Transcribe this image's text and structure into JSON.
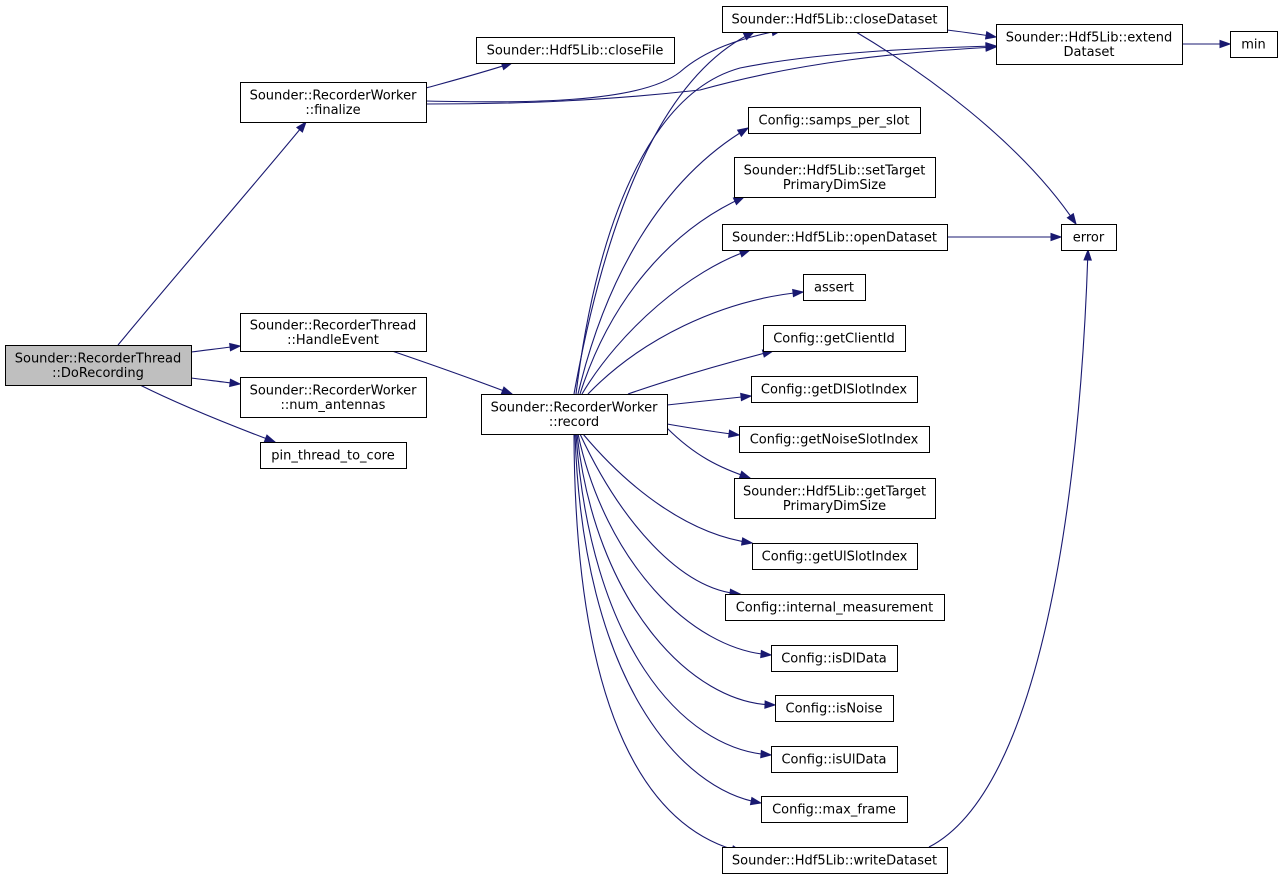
{
  "diagram": {
    "type": "call-graph",
    "colors": {
      "edge": "#191970",
      "root_fill": "#bfbfbf",
      "node_fill": "#ffffff",
      "node_stroke": "#000000"
    },
    "nodes": [
      {
        "id": "doRecording",
        "lines": [
          "Sounder::RecorderThread",
          "::DoRecording"
        ],
        "root": true
      },
      {
        "id": "finalize",
        "lines": [
          "Sounder::RecorderWorker",
          "::finalize"
        ]
      },
      {
        "id": "handleEvent",
        "lines": [
          "Sounder::RecorderThread",
          "::HandleEvent"
        ]
      },
      {
        "id": "numAntennas",
        "lines": [
          "Sounder::RecorderWorker",
          "::num_antennas"
        ]
      },
      {
        "id": "pinThread",
        "lines": [
          "pin_thread_to_core"
        ]
      },
      {
        "id": "closeFile",
        "lines": [
          "Sounder::Hdf5Lib::closeFile"
        ]
      },
      {
        "id": "record",
        "lines": [
          "Sounder::RecorderWorker",
          "::record"
        ]
      },
      {
        "id": "closeDataset",
        "lines": [
          "Sounder::Hdf5Lib::closeDataset"
        ]
      },
      {
        "id": "extendDataset",
        "lines": [
          "Sounder::Hdf5Lib::extend",
          "Dataset"
        ]
      },
      {
        "id": "min",
        "lines": [
          "min"
        ]
      },
      {
        "id": "sampsPerSlot",
        "lines": [
          "Config::samps_per_slot"
        ]
      },
      {
        "id": "setTarget",
        "lines": [
          "Sounder::Hdf5Lib::setTarget",
          "PrimaryDimSize"
        ]
      },
      {
        "id": "openDataset",
        "lines": [
          "Sounder::Hdf5Lib::openDataset"
        ]
      },
      {
        "id": "error",
        "lines": [
          "error"
        ]
      },
      {
        "id": "assert",
        "lines": [
          "assert"
        ]
      },
      {
        "id": "getClientId",
        "lines": [
          "Config::getClientId"
        ]
      },
      {
        "id": "getDlSlotIndex",
        "lines": [
          "Config::getDlSlotIndex"
        ]
      },
      {
        "id": "getNoiseSlotIndex",
        "lines": [
          "Config::getNoiseSlotIndex"
        ]
      },
      {
        "id": "getTarget",
        "lines": [
          "Sounder::Hdf5Lib::getTarget",
          "PrimaryDimSize"
        ]
      },
      {
        "id": "getUlSlotIndex",
        "lines": [
          "Config::getUlSlotIndex"
        ]
      },
      {
        "id": "internalMeasurement",
        "lines": [
          "Config::internal_measurement"
        ]
      },
      {
        "id": "isDlData",
        "lines": [
          "Config::isDlData"
        ]
      },
      {
        "id": "isNoise",
        "lines": [
          "Config::isNoise"
        ]
      },
      {
        "id": "isUlData",
        "lines": [
          "Config::isUlData"
        ]
      },
      {
        "id": "maxFrame",
        "lines": [
          "Config::max_frame"
        ]
      },
      {
        "id": "writeDataset",
        "lines": [
          "Sounder::Hdf5Lib::writeDataset"
        ]
      }
    ],
    "edges": [
      {
        "from": "doRecording",
        "to": "finalize"
      },
      {
        "from": "doRecording",
        "to": "handleEvent"
      },
      {
        "from": "doRecording",
        "to": "numAntennas"
      },
      {
        "from": "doRecording",
        "to": "pinThread"
      },
      {
        "from": "finalize",
        "to": "closeFile"
      },
      {
        "from": "finalize",
        "to": "closeDataset"
      },
      {
        "from": "finalize",
        "to": "extendDataset"
      },
      {
        "from": "handleEvent",
        "to": "record"
      },
      {
        "from": "closeDataset",
        "to": "extendDataset"
      },
      {
        "from": "closeDataset",
        "to": "error"
      },
      {
        "from": "extendDataset",
        "to": "min"
      },
      {
        "from": "openDataset",
        "to": "error"
      },
      {
        "from": "writeDataset",
        "to": "error"
      },
      {
        "from": "record",
        "to": "closeDataset"
      },
      {
        "from": "record",
        "to": "extendDataset"
      },
      {
        "from": "record",
        "to": "sampsPerSlot"
      },
      {
        "from": "record",
        "to": "setTarget"
      },
      {
        "from": "record",
        "to": "openDataset"
      },
      {
        "from": "record",
        "to": "assert"
      },
      {
        "from": "record",
        "to": "getClientId"
      },
      {
        "from": "record",
        "to": "getDlSlotIndex"
      },
      {
        "from": "record",
        "to": "getNoiseSlotIndex"
      },
      {
        "from": "record",
        "to": "getTarget"
      },
      {
        "from": "record",
        "to": "getUlSlotIndex"
      },
      {
        "from": "record",
        "to": "internalMeasurement"
      },
      {
        "from": "record",
        "to": "isDlData"
      },
      {
        "from": "record",
        "to": "isNoise"
      },
      {
        "from": "record",
        "to": "isUlData"
      },
      {
        "from": "record",
        "to": "maxFrame"
      },
      {
        "from": "record",
        "to": "writeDataset"
      }
    ]
  }
}
